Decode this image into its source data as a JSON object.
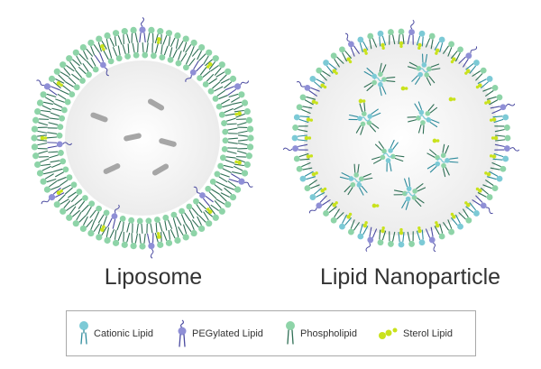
{
  "titles": {
    "liposome": "Liposome",
    "lnp": "Lipid Nanoparticle"
  },
  "legend": {
    "items": [
      {
        "label": "Cationic Lipid",
        "icon": "cationic-lipid-icon"
      },
      {
        "label": "PEGylated Lipid",
        "icon": "pegylated-lipid-icon"
      },
      {
        "label": "Phospholipid",
        "icon": "phospholipid-icon"
      },
      {
        "label": "Sterol Lipid",
        "icon": "sterol-lipid-icon"
      }
    ]
  },
  "colors": {
    "phospholipid_head": "#8ed4a8",
    "phospholipid_tail": "#2f6f55",
    "cationic_head": "#7ccad6",
    "cationic_tail": "#2e8b9c",
    "peg_head": "#8f8fd6",
    "peg_tail": "#4a4aa0",
    "sterol": "#c9e21c",
    "cargo": "#a6a6a6",
    "core": "#efefef",
    "text": "#333333",
    "legend_border": "#a9a9a9"
  }
}
